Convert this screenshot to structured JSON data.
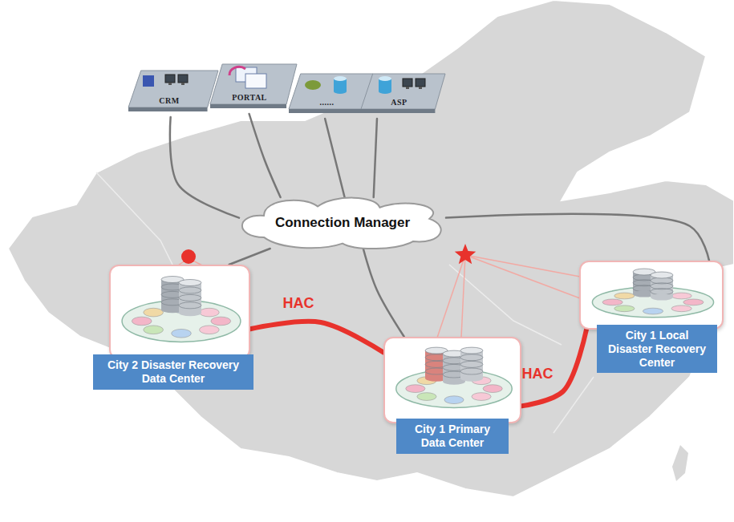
{
  "diagram": {
    "nodes": [
      {
        "text": [
          "CRM"
        ]
      },
      {
        "text": [
          "PORTAL"
        ]
      },
      {
        "text": [
          "......"
        ]
      },
      {
        "text": [
          "ASP"
        ]
      },
      {
        "text": [
          "Connection Manager"
        ]
      },
      {
        "text": [
          "City 2 Disaster Recovery Data Center"
        ]
      },
      {
        "text": [
          "City 1 Primary Data Center"
        ]
      },
      {
        "text": [
          "City 1 Local Disaster Recovery Center"
        ]
      }
    ],
    "edges": [
      {
        "from": 0,
        "to": 4,
        "arrow": "none"
      },
      {
        "from": 1,
        "to": 4,
        "arrow": "none"
      },
      {
        "from": 2,
        "to": 4,
        "arrow": "none"
      },
      {
        "from": 3,
        "to": 4,
        "arrow": "none"
      },
      {
        "from": 4,
        "to": 5,
        "arrow": "none"
      },
      {
        "from": 4,
        "to": 6,
        "arrow": "none"
      },
      {
        "from": 4,
        "to": 7,
        "arrow": "none"
      },
      {
        "from": 5,
        "to": 6,
        "label": "HAC",
        "arrow": "none"
      },
      {
        "from": 6,
        "to": 7,
        "label": "HAC",
        "arrow": "none"
      }
    ]
  }
}
